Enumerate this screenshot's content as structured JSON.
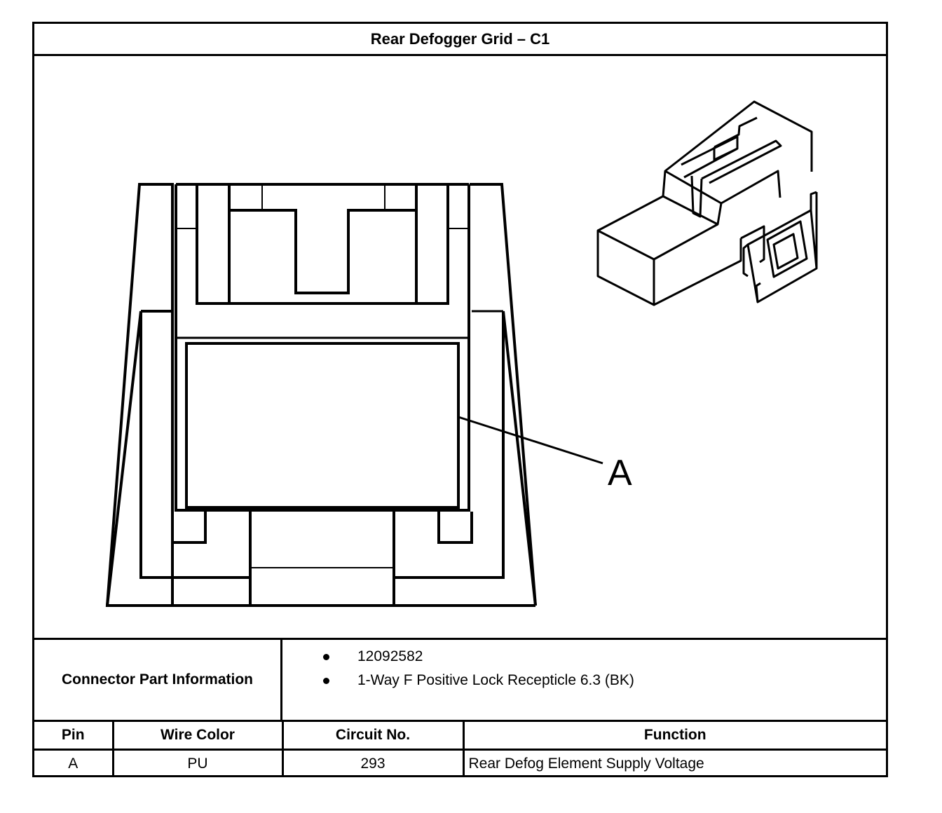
{
  "title": "Rear Defogger Grid – C1",
  "drawing": {
    "callout_label": "A",
    "icons": [
      "connector-face-view",
      "connector-isometric-view"
    ]
  },
  "connector_part_information": {
    "label": "Connector Part Information",
    "items": [
      "12092582",
      "1-Way F Positive Lock Recepticle 6.3 (BK)"
    ]
  },
  "pin_table": {
    "headers": [
      "Pin",
      "Wire Color",
      "Circuit No.",
      "Function"
    ],
    "rows": [
      [
        "A",
        "PU",
        "293",
        "Rear Defog Element Supply Voltage"
      ]
    ]
  }
}
